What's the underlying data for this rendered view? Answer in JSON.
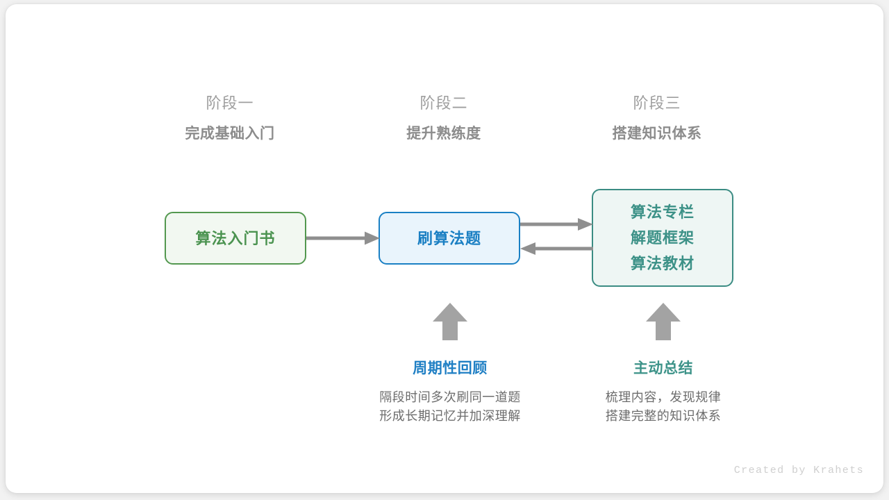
{
  "footer": {
    "credit": "Created by Krahets"
  },
  "colors": {
    "stage_label": "#9e9e9e",
    "stage_goal": "#8c8c8c",
    "green": "#4b9350",
    "blue": "#1a7fc3",
    "teal": "#3c9187",
    "arrow_gray": "#8f8f8f",
    "description": "#6d6d6d",
    "canvas": "#ffffff"
  },
  "stages": [
    {
      "name": "阶段一",
      "goal": "完成基础入门"
    },
    {
      "name": "阶段二",
      "goal": "提升熟练度"
    },
    {
      "name": "阶段三",
      "goal": "搭建知识体系"
    }
  ],
  "nodes": {
    "book": {
      "lines": [
        "算法入门书"
      ]
    },
    "practice": {
      "lines": [
        "刷算法题"
      ]
    },
    "resources": {
      "lines": [
        "算法专栏",
        "解题框架",
        "算法教材"
      ]
    }
  },
  "notes": [
    {
      "title": "周期性回顾",
      "desc_lines": [
        "隔段时间多次刷同一道题",
        "形成长期记忆并加深理解"
      ]
    },
    {
      "title": "主动总结",
      "desc_lines": [
        "梳理内容，发现规律",
        "搭建完整的知识体系"
      ]
    }
  ],
  "arrows": [
    {
      "name": "book-to-practice",
      "direction": "right"
    },
    {
      "name": "practice-to-resources",
      "direction": "right"
    },
    {
      "name": "resources-to-practice",
      "direction": "left"
    },
    {
      "name": "review-up",
      "direction": "up"
    },
    {
      "name": "summary-up",
      "direction": "up"
    }
  ]
}
